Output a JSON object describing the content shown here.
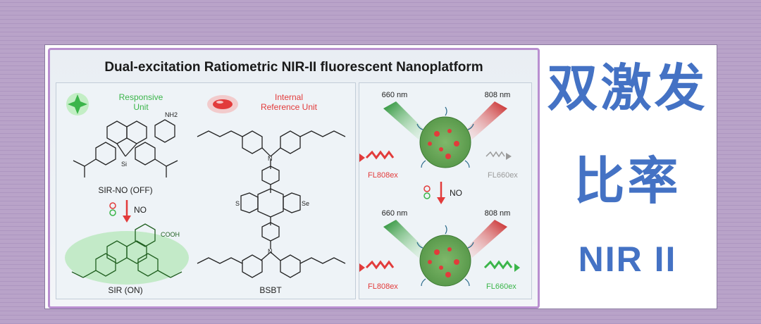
{
  "figure": {
    "title": "Dual-excitation Ratiometric NIR-II fluorescent Nanoplatform",
    "left": {
      "responsive_unit_line1": "Responsive",
      "responsive_unit_line2": "Unit",
      "reference_unit_line1": "Internal",
      "reference_unit_line2": "Reference Unit",
      "nh2_label": "NH2",
      "si_label": "Si",
      "sir_no_label": "SIR-NO (OFF)",
      "no_label": "NO",
      "cooh_label": "COOH",
      "sir_label": "SIR (ON)",
      "bsbt_label": "BSBT",
      "n_label": "N",
      "s_label": "S",
      "se_label": "Se"
    },
    "right": {
      "top_left_wavelength": "660 nm",
      "top_right_wavelength": "808 nm",
      "top_fl_left": "FL808ex",
      "top_fl_right": "FL660ex",
      "no_label": "NO",
      "bottom_left_wavelength": "660 nm",
      "bottom_right_wavelength": "808 nm",
      "bottom_fl_left": "FL808ex",
      "bottom_fl_right": "FL660ex"
    },
    "colors": {
      "green": "#3bb54a",
      "red": "#e23b3b",
      "grey": "#9a9a9a"
    }
  },
  "side": {
    "line1": "双激发",
    "line2": "比率",
    "line3": "NIR II",
    "color": "#4472c4"
  }
}
